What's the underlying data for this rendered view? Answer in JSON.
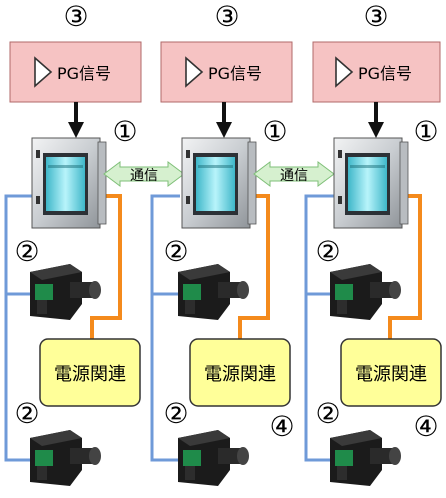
{
  "pg_signal_label": "PG信号",
  "comm_label": "通信",
  "power_label": "電源関連",
  "badges": {
    "pg": "③",
    "controller": "①",
    "motor": "②",
    "power": "④"
  },
  "colors": {
    "pg_box_fill": "#f6c3c3",
    "pg_box_stroke": "#b06a6a",
    "comm_fill": "#d6f0cf",
    "comm_stroke": "#7fbf78",
    "power_fill": "#ffff99",
    "power_stroke": "#333333",
    "blue_line": "#6f9ad8",
    "orange_line": "#f48a1c",
    "cabinet": "#c9cdd1",
    "screen": "#7fe3f0"
  },
  "units": [
    {
      "has_power_badge": false
    },
    {
      "has_power_badge": true
    },
    {
      "has_power_badge": true
    }
  ]
}
